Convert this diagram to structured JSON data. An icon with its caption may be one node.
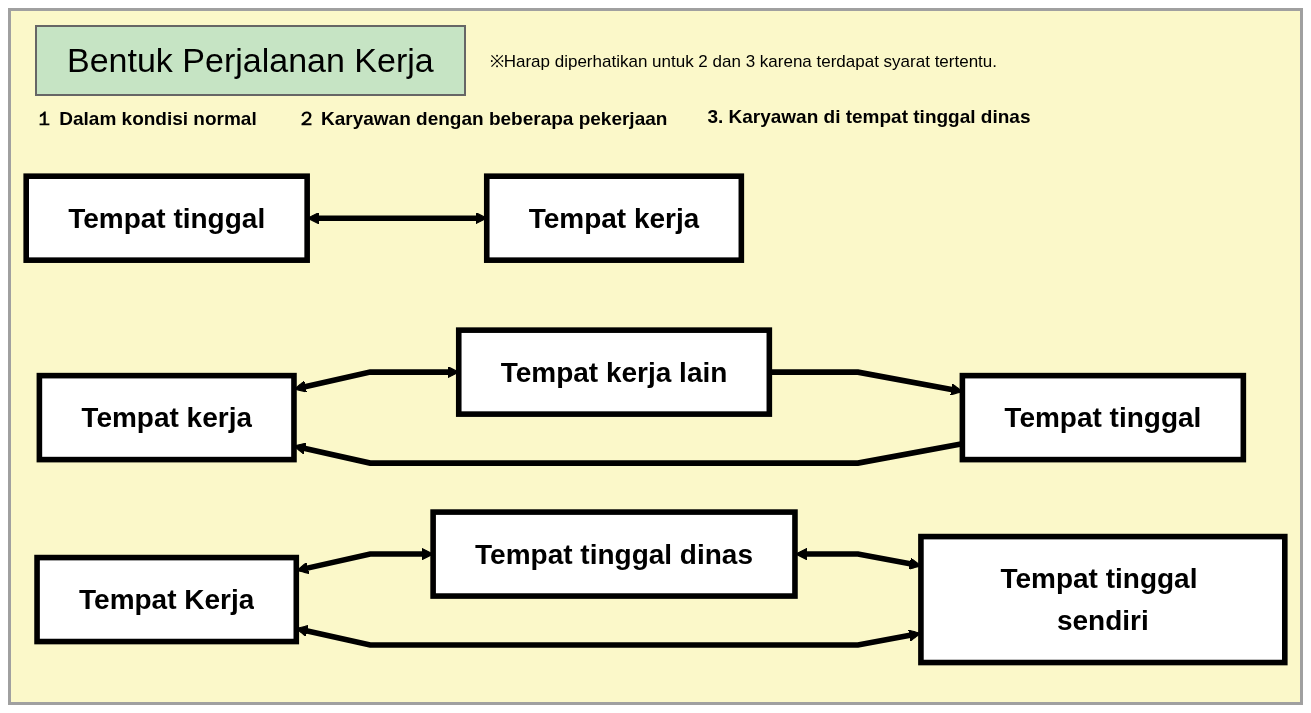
{
  "diagram": {
    "title": "Bentuk Perjalanan Kerja",
    "nodes": [
      {
        "text": [
          "Tempat tinggal"
        ]
      },
      {
        "text": [
          "Tempat kerja"
        ]
      },
      {
        "text": [
          "Tempat kerja"
        ]
      },
      {
        "text": [
          "Tempat kerja lain"
        ]
      },
      {
        "text": [
          "Tempat tinggal"
        ]
      },
      {
        "text": [
          "Tempat Kerja"
        ]
      },
      {
        "text": [
          "Tempat tinggal dinas"
        ]
      },
      {
        "text": [
          "Tempat tinggal sendiri"
        ]
      }
    ],
    "edges": [
      {
        "from": 0,
        "to": 1,
        "arrow": "both"
      },
      {
        "from": 2,
        "to": 3,
        "arrow": "both"
      },
      {
        "from": 3,
        "to": 4,
        "arrow": "to"
      },
      {
        "from": 4,
        "to": 2,
        "arrow": "to"
      },
      {
        "from": 5,
        "to": 6,
        "arrow": "both"
      },
      {
        "from": 6,
        "to": 7,
        "arrow": "both"
      },
      {
        "from": 7,
        "to": 5,
        "arrow": "both"
      }
    ],
    "labels": [
      "※Harap diperhatikan untuk 2 dan 3 karena terdapat syarat tertentu.",
      "１ Dalam kondisi normal",
      "２ Karyawan dengan beberapa pekerjaan",
      "3. Karyawan di tempat tinggal dinas"
    ]
  }
}
